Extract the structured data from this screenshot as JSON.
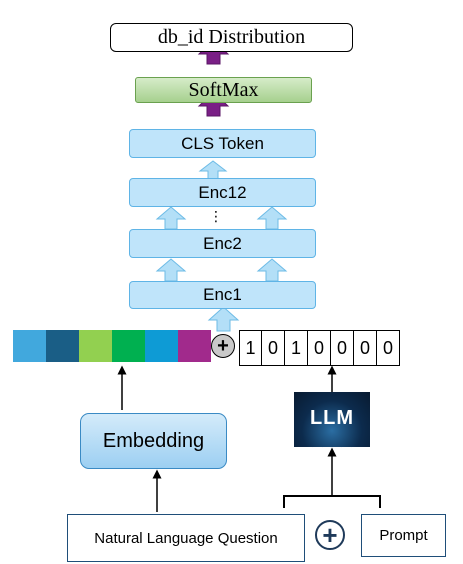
{
  "output": {
    "label": "db_id Distribution"
  },
  "softmax": {
    "label": "SoftMax"
  },
  "encoder": {
    "cls_label": "CLS Token",
    "top_label": "Enc12",
    "ellipsis": "⋮",
    "mid_label": "Enc2",
    "bottom_label": "Enc1"
  },
  "embedding_vector": {
    "colors": [
      "#41a8dd",
      "#1a5e86",
      "#92d050",
      "#00b050",
      "#0e9bd5",
      "#a12a8c"
    ]
  },
  "combine_small": {
    "symbol": "+"
  },
  "binary_vector": {
    "bits": [
      "1",
      "0",
      "1",
      "0",
      "0",
      "0",
      "0"
    ]
  },
  "embedding": {
    "label": "Embedding"
  },
  "llm": {
    "label": "LLM"
  },
  "question": {
    "label": "Natural Language Question"
  },
  "combine_big": {
    "symbol": "+"
  },
  "prompt": {
    "label": "Prompt"
  },
  "colors": {
    "encoder_fill": "#bfe4fa",
    "encoder_arrow": "#b3dff7",
    "softmax_fill": "#a6d08e",
    "purple_arrow": "#7a1f86"
  }
}
